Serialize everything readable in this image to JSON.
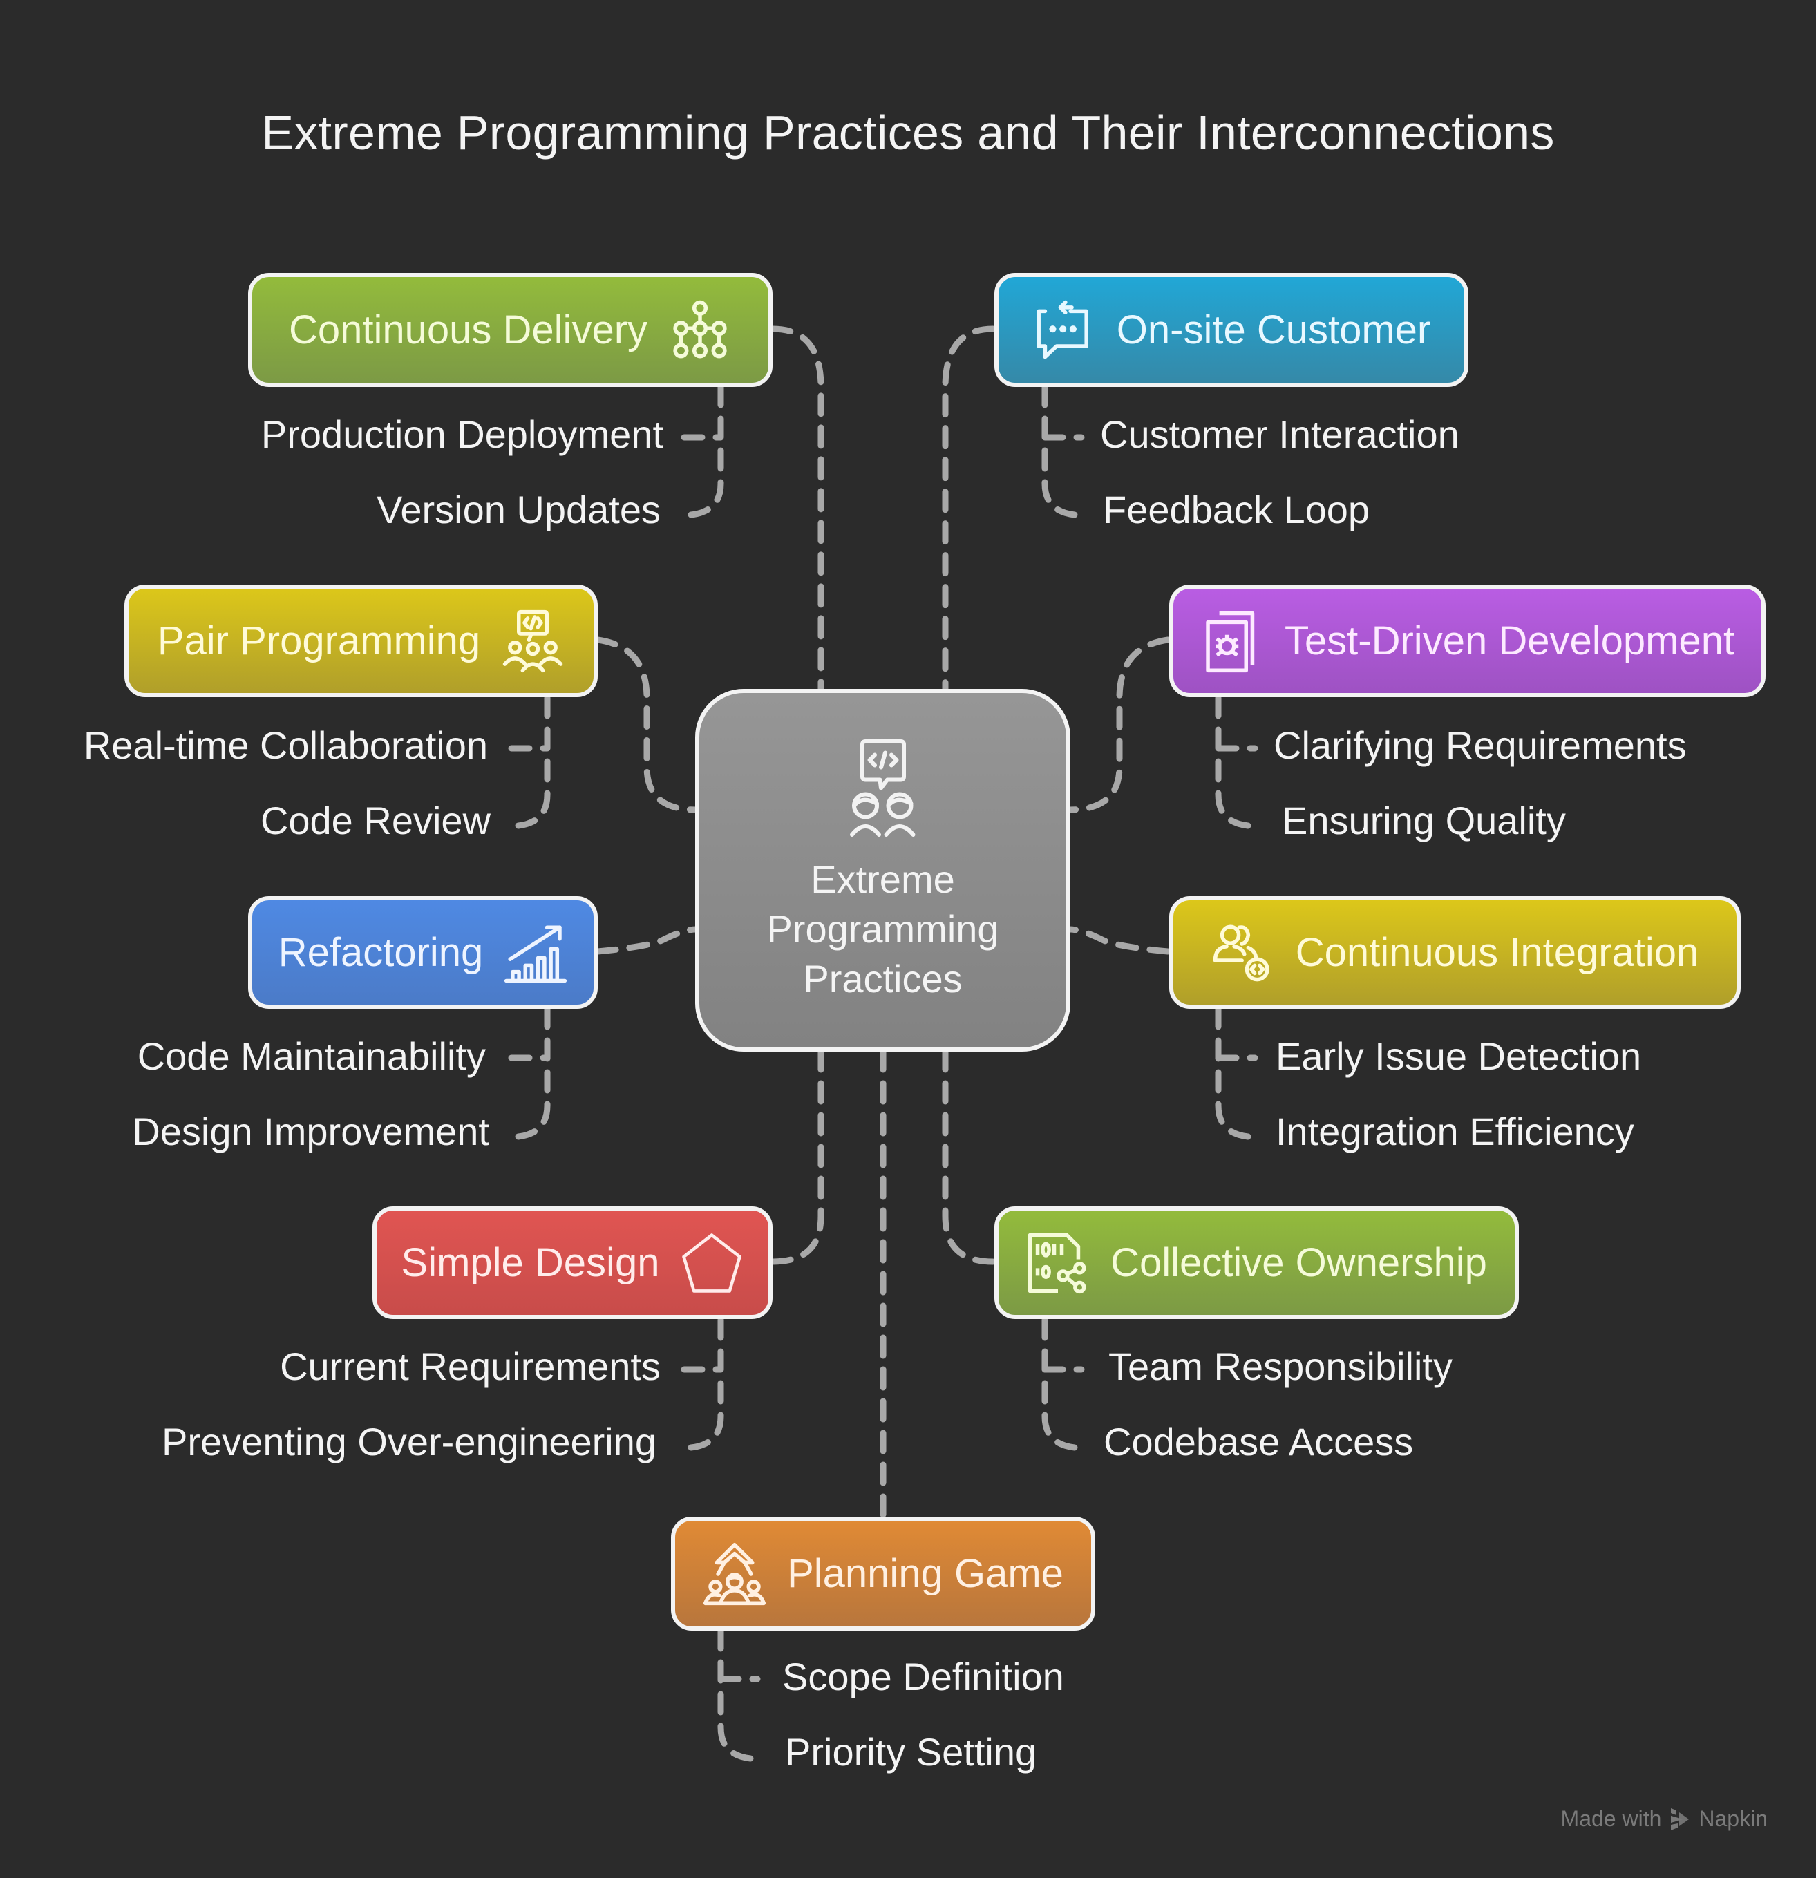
{
  "title": "Extreme Programming Practices and Their Interconnections",
  "center": {
    "label_lines": [
      "Extreme",
      "Programming",
      "Practices"
    ],
    "icon": "pair-programming-code-icon",
    "color": "#8c8c8c"
  },
  "practices": [
    {
      "label": "Continuous Delivery",
      "icon": "network-nodes-icon",
      "color_top": "#93bb3c",
      "color_bottom": "#7c9a45",
      "children": [
        "Production Deployment",
        "Version Updates"
      ]
    },
    {
      "label": "On-site Customer",
      "icon": "chat-refresh-icon",
      "color_top": "#21a7d6",
      "color_bottom": "#3589a8",
      "children": [
        "Customer Interaction",
        "Feedback Loop"
      ]
    },
    {
      "label": "Pair Programming",
      "icon": "team-code-icon",
      "color_top": "#dcc71a",
      "color_bottom": "#b09f2a",
      "children": [
        "Real-time Collaboration",
        "Code Review"
      ]
    },
    {
      "label": "Test-Driven Development",
      "icon": "bug-document-icon",
      "color_top": "#b95de3",
      "color_bottom": "#9e52c3",
      "children": [
        "Clarifying Requirements",
        "Ensuring Quality"
      ]
    },
    {
      "label": "Refactoring",
      "icon": "growth-chart-icon",
      "color_top": "#4f89e3",
      "color_bottom": "#4b7bc8",
      "children": [
        "Code Maintainability",
        "Design Improvement"
      ]
    },
    {
      "label": "Continuous Integration",
      "icon": "user-code-icon",
      "color_top": "#dcc71a",
      "color_bottom": "#b09f2a",
      "children": [
        "Early Issue Detection",
        "Integration Efficiency"
      ]
    },
    {
      "label": "Simple Design",
      "icon": "pentagon-icon",
      "color_top": "#e05552",
      "color_bottom": "#c84c4a",
      "children": [
        "Current Requirements",
        "Preventing Over-engineering"
      ]
    },
    {
      "label": "Collective Ownership",
      "icon": "binary-share-icon",
      "color_top": "#93bb3c",
      "color_bottom": "#7c9a45",
      "children": [
        "Team Responsibility",
        "Codebase Access"
      ]
    },
    {
      "label": "Planning Game",
      "icon": "team-growth-icon",
      "color_top": "#e08a35",
      "color_bottom": "#b8763c",
      "children": [
        "Scope Definition",
        "Priority Setting"
      ]
    }
  ],
  "watermark": {
    "prefix": "Made with",
    "brand": "Napkin"
  },
  "connector_color": "#a8a8a8"
}
